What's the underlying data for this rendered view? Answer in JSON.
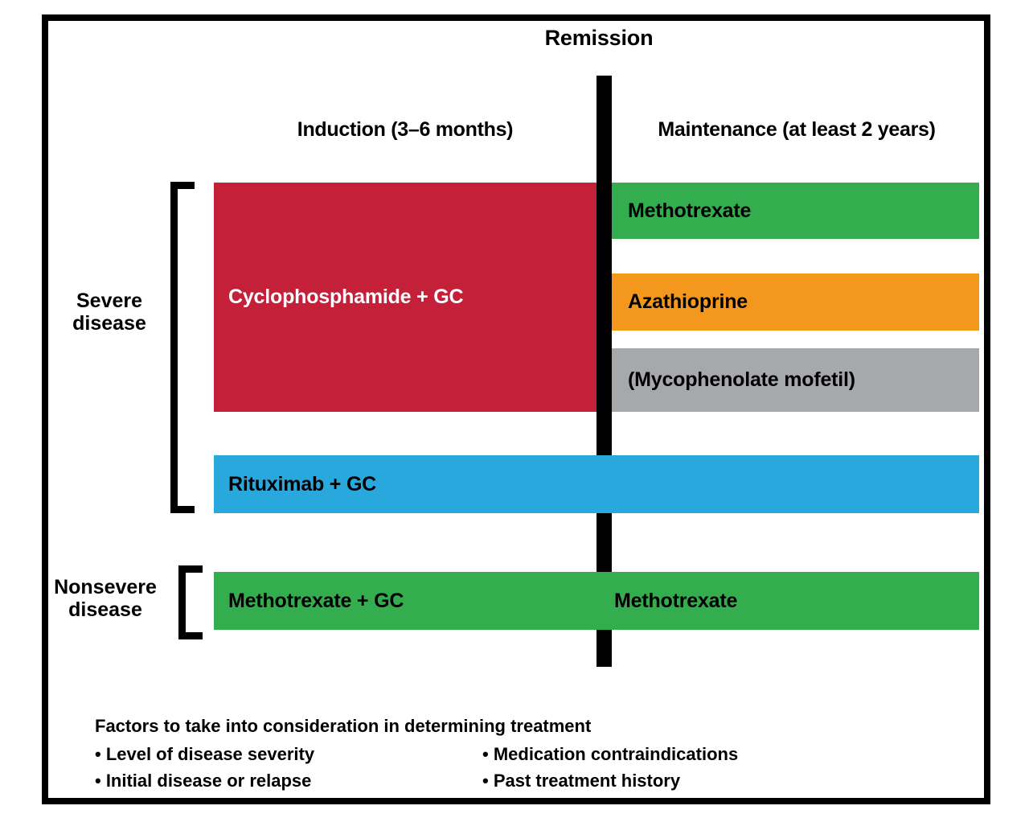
{
  "diagram": {
    "title": "Remission",
    "columns": {
      "induction": "Induction (3–6 months)",
      "maintenance": "Maintenance (at least 2 years)"
    },
    "groups": {
      "severe": "Severe\ndisease",
      "severe_line1": "Severe",
      "severe_line2": "disease",
      "nonsevere_line1": "Nonsevere",
      "nonsevere_line2": "disease"
    },
    "bars": {
      "cyclophosphamide": {
        "label": "Cyclophosphamide + GC",
        "color": "#c4203a",
        "text_color": "#ffffff",
        "column": "induction",
        "group": "severe"
      },
      "methotrexate_maintenance": {
        "label": "Methotrexate",
        "color": "#33ad4e",
        "text_color": "#000000",
        "column": "maintenance",
        "group": "severe"
      },
      "azathioprine": {
        "label": "Azathioprine",
        "color": "#f4981d",
        "text_color": "#000000",
        "column": "maintenance",
        "group": "severe"
      },
      "mycophenolate": {
        "label": "(Mycophenolate mofetil)",
        "color": "#a6a8ab",
        "text_color": "#000000",
        "column": "maintenance",
        "group": "severe"
      },
      "rituximab": {
        "label": "Rituximab + GC",
        "color": "#29a8dd",
        "text_color": "#000000",
        "column": "both",
        "group": "severe"
      },
      "methotrexate_nonsevere_induction": {
        "label": "Methotrexate + GC",
        "color": "#33ad4e",
        "text_color": "#000000",
        "column": "induction",
        "group": "nonsevere"
      },
      "methotrexate_nonsevere_maintenance": {
        "label": "Methotrexate",
        "color": "#33ad4e",
        "text_color": "#000000",
        "column": "maintenance",
        "group": "nonsevere"
      }
    },
    "footer": {
      "heading": "Factors to take into consideration in determining treatment",
      "left_items": [
        "• Level of disease severity",
        "• Initial disease or relapse"
      ],
      "right_items": [
        "• Medication contraindications",
        "• Past treatment history"
      ]
    },
    "colors": {
      "frame": "#000000",
      "divider": "#000000",
      "background": "#ffffff"
    }
  }
}
